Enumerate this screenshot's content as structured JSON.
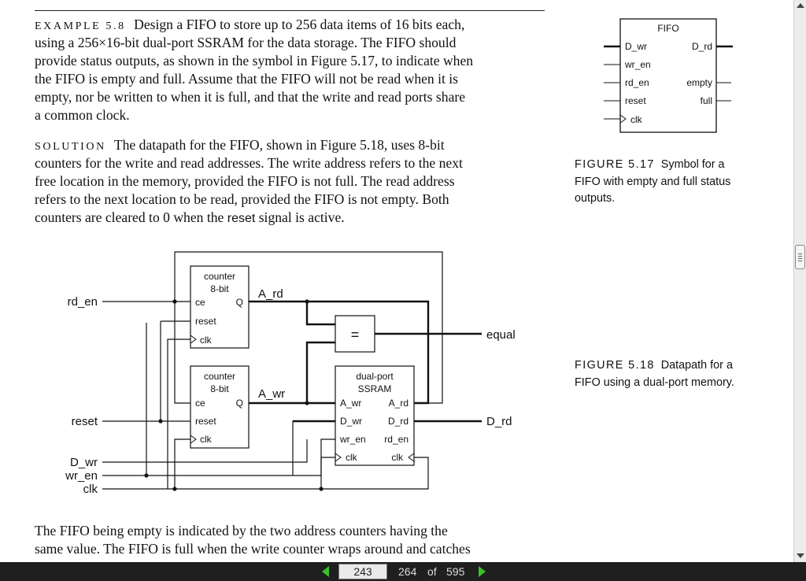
{
  "example": {
    "heading": "EXAMPLE 5.8",
    "lines": [
      "Design a FIFO to store up to 256 data items of 16 bits each,",
      "using a 256×16-bit dual-port SSRAM for the data storage. The FIFO should",
      "provide status outputs, as shown in the symbol in Figure 5.17, to indicate when",
      "the FIFO is empty and full. Assume that the FIFO will not be read when it is",
      "empty, nor be written to when it is full, and that the write and read ports share",
      "a common clock."
    ]
  },
  "solution": {
    "heading": "SOLUTION",
    "lines": [
      "The datapath for the FIFO, shown in Figure 5.18, uses 8-bit",
      "counters for the write and read addresses. The write address refers to the next",
      "free location in the memory, provided the FIFO is not full. The read address",
      "refers to the next location to be read, provided the FIFO is not empty. Both"
    ],
    "last_before": "counters are cleared to 0 when the ",
    "last_code": "reset",
    "last_after": " signal is active."
  },
  "bottom_text": [
    "The FIFO being empty is indicated by the two address counters having the",
    "same value. The FIFO is full when the write counter wraps around and catches"
  ],
  "fifo_symbol": {
    "title": "FIFO",
    "left_ports": [
      "D_wr",
      "wr_en",
      "rd_en",
      "reset",
      "clk"
    ],
    "right_ports": [
      "D_rd",
      "empty",
      "full"
    ]
  },
  "figure_5_17": {
    "number": "FIGURE 5.17",
    "caption": [
      "Symbol for a",
      "FIFO with empty and full status",
      "outputs."
    ]
  },
  "figure_5_18": {
    "number": "FIGURE 5.18",
    "caption": [
      "Datapath for a",
      "FIFO using a dual-port memory."
    ]
  },
  "datapath": {
    "inputs": {
      "rd_en": "rd_en",
      "reset": "reset",
      "D_wr": "D_wr",
      "wr_en": "wr_en",
      "clk": "clk"
    },
    "outputs": {
      "equal": "equal",
      "D_rd": "D_rd"
    },
    "counter": {
      "line1": "counter",
      "line2": "8-bit",
      "ce": "ce",
      "q": "Q",
      "reset": "reset",
      "clk": "clk"
    },
    "signals": {
      "a_rd": "A_rd",
      "a_wr": "A_wr"
    },
    "comparator": "=",
    "ssram": {
      "line1": "dual-port",
      "line2": "SSRAM",
      "left": [
        "A_wr",
        "D_wr",
        "wr_en",
        "clk"
      ],
      "right": [
        "A_rd",
        "D_rd",
        "rd_en",
        "clk"
      ]
    }
  },
  "nav": {
    "current_page": "243",
    "page_label": "264",
    "of": "of",
    "total": "595"
  }
}
